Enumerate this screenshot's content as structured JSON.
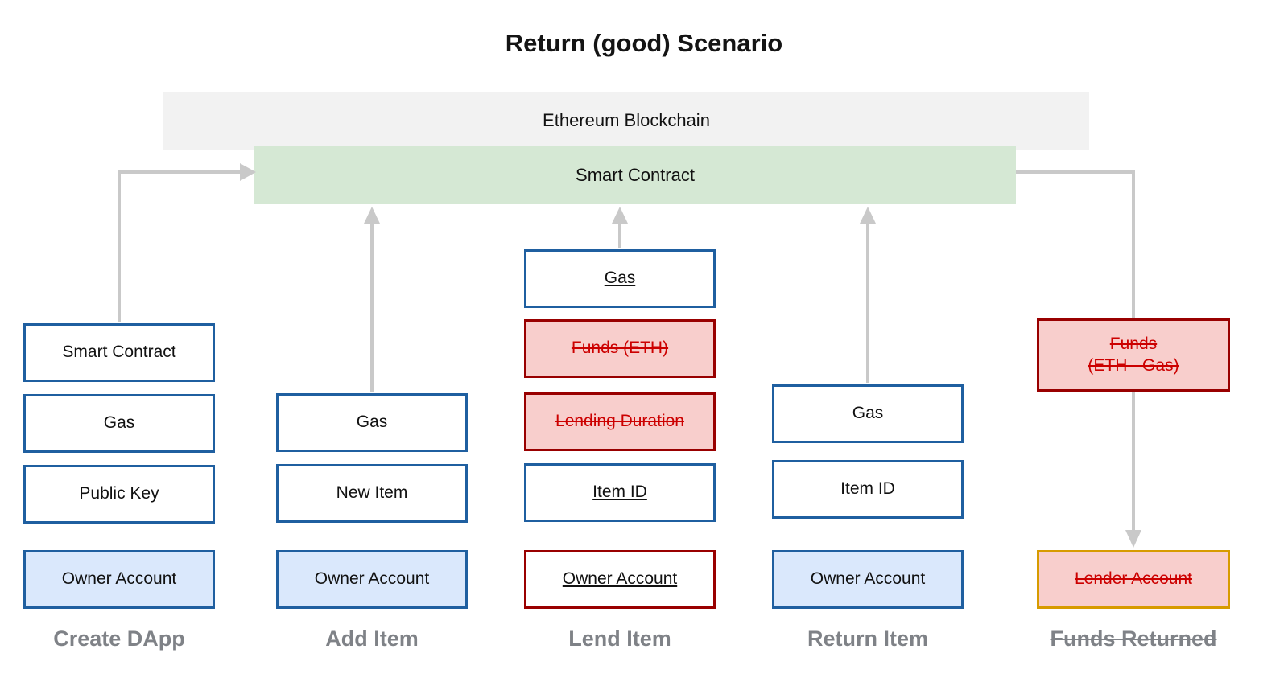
{
  "title": "Return (good) Scenario",
  "bars": {
    "blockchain": "Ethereum Blockchain",
    "smart_contract": "Smart Contract"
  },
  "columns": [
    {
      "label": "Create DApp",
      "boxes": [
        {
          "text": "Smart Contract"
        },
        {
          "text": "Gas"
        },
        {
          "text": "Public Key"
        },
        {
          "text": "Owner Account"
        }
      ]
    },
    {
      "label": "Add Item",
      "boxes": [
        {
          "text": "Gas"
        },
        {
          "text": "New Item"
        },
        {
          "text": "Owner Account"
        }
      ]
    },
    {
      "label": "Lend Item",
      "boxes": [
        {
          "text": "Gas"
        },
        {
          "text": "Funds (ETH)"
        },
        {
          "text": "Lending Duration"
        },
        {
          "text": "Item ID"
        },
        {
          "text": "Owner Account"
        }
      ]
    },
    {
      "label": "Return Item",
      "boxes": [
        {
          "text": "Gas"
        },
        {
          "text": "Item ID"
        },
        {
          "text": "Owner Account"
        }
      ]
    },
    {
      "label": "Funds Returned",
      "boxes": [
        {
          "text": "Funds\n(ETH - Gas)"
        },
        {
          "text": "Lender Account"
        }
      ]
    }
  ],
  "colors": {
    "accent_blue": "#1f5fa0",
    "fill_blue": "#dae8fc",
    "accent_red": "#990000",
    "fill_red": "#f8cecc",
    "text_red": "#cc0000",
    "accent_orange": "#d79b00",
    "fill_green": "#d5e8d4",
    "fill_gray": "#f2f2f2",
    "arrow_gray": "#c9c9c9",
    "label_gray": "#7f8287"
  }
}
